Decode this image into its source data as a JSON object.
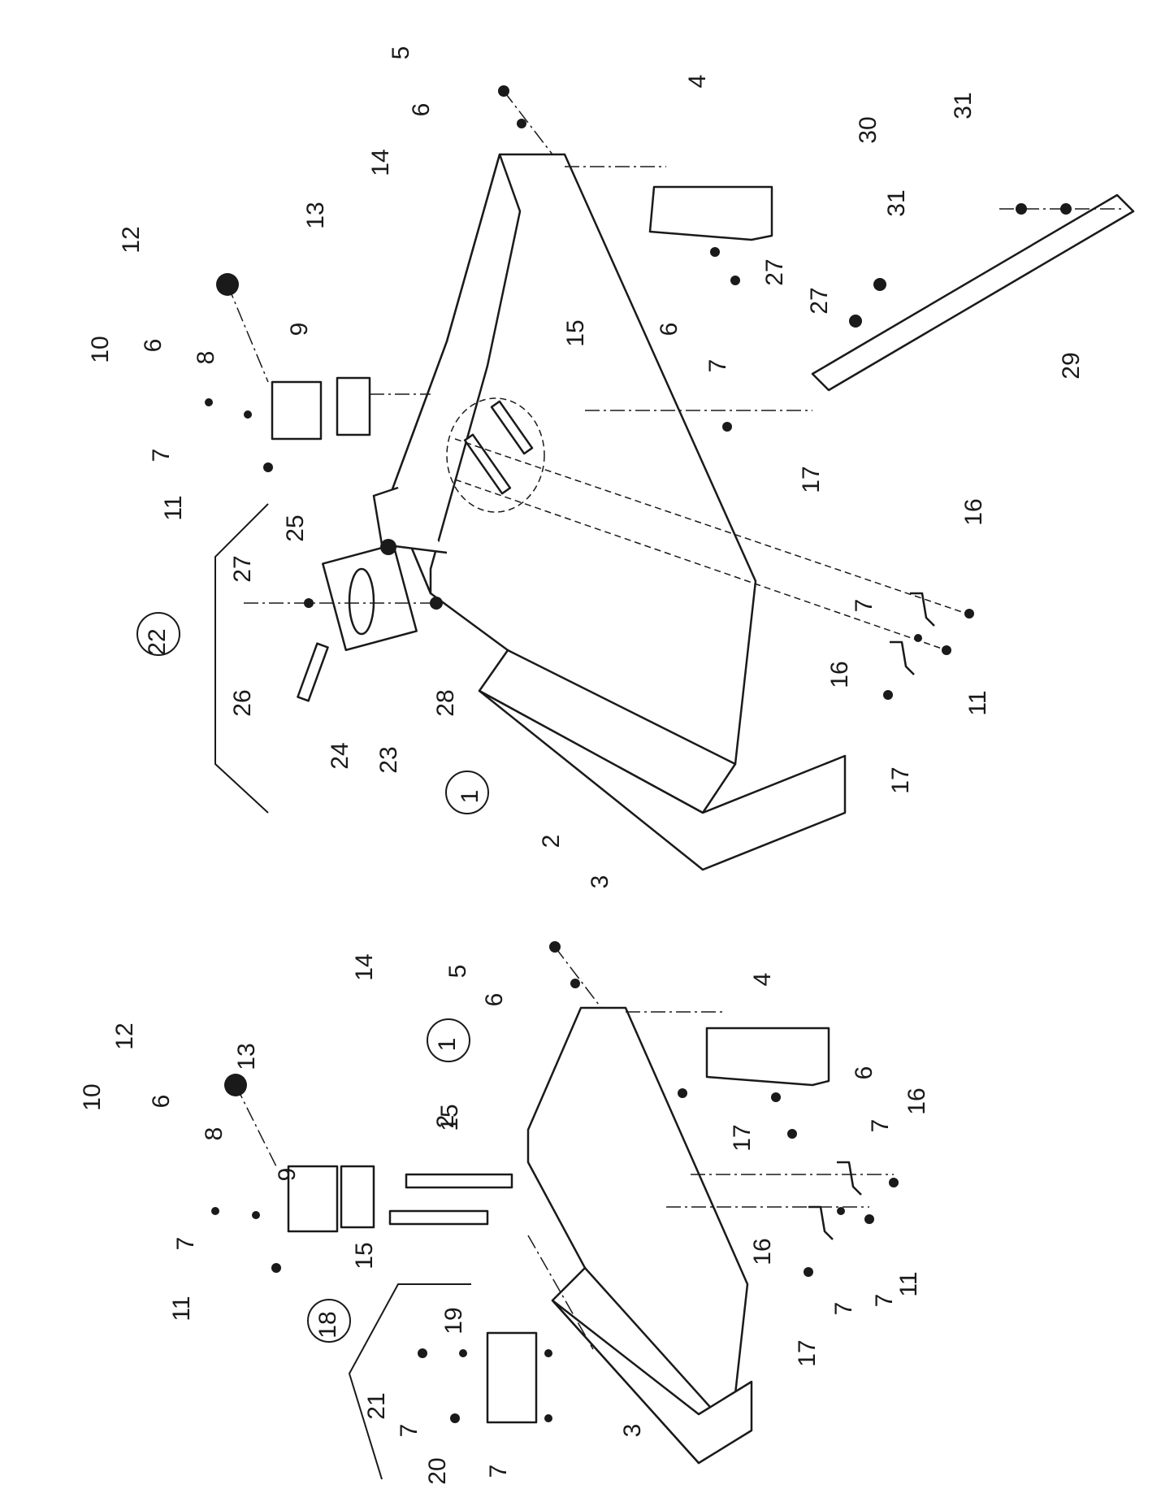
{
  "assembly_groups": {
    "hinge_group_right": "22",
    "hinge_group_left": "18",
    "housing_main": "1"
  },
  "right_view": {
    "callouts": [
      "5",
      "6",
      "4",
      "12",
      "13",
      "14",
      "10",
      "6",
      "8",
      "9",
      "7",
      "11",
      "15",
      "6",
      "7",
      "31",
      "30",
      "31",
      "27",
      "27",
      "29",
      "17",
      "25",
      "27",
      "26",
      "24",
      "23",
      "28",
      "22",
      "1",
      "2",
      "3",
      "16",
      "7",
      "16",
      "11",
      "17"
    ]
  },
  "left_view": {
    "callouts": [
      "12",
      "13",
      "14",
      "10",
      "6",
      "8",
      "9",
      "7",
      "11",
      "15",
      "15",
      "5",
      "6",
      "4",
      "1",
      "2",
      "6",
      "7",
      "17",
      "16",
      "16",
      "11",
      "7",
      "17",
      "18",
      "19",
      "7",
      "21",
      "7",
      "20",
      "7",
      "3"
    ]
  }
}
